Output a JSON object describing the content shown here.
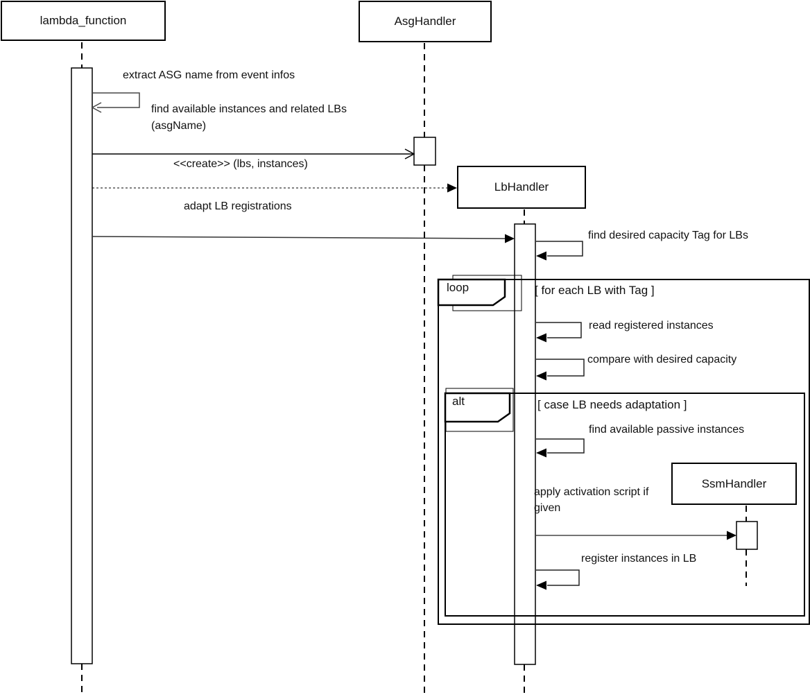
{
  "diagram": {
    "type": "uml-sequence-diagram",
    "colors": {
      "line": "#000000",
      "gray_line": "#474747",
      "text": "#111111",
      "background": "#ffffff"
    },
    "actors": [
      {
        "label": "lambda_function"
      },
      {
        "label": "AsgHandler"
      },
      {
        "label": "LbHandler"
      },
      {
        "label": "SsmHandler"
      }
    ],
    "fragments": {
      "loop": {
        "operator": "loop",
        "guard": "[ for each LB with Tag ]"
      },
      "alt": {
        "operator": "alt",
        "guard": "[ case LB needs adaptation ]"
      }
    },
    "messages": {
      "extract_asg": {
        "label": "extract ASG name from event infos"
      },
      "find_instances": {
        "line1": "find available instances and related LBs",
        "line2": "(asgName)"
      },
      "create_lb": {
        "label": "<<create>> (lbs, instances)"
      },
      "adapt_lb": {
        "label": "adapt LB registrations"
      },
      "find_capacity_tag": {
        "label": "find desired capacity Tag for LBs"
      },
      "read_registered": {
        "label": "read registered instances"
      },
      "compare_capacity": {
        "label": "compare with desired capacity"
      },
      "find_passive": {
        "label": "find available passive instances"
      },
      "apply_script": {
        "line1": "apply activation script if",
        "line2": "given"
      },
      "register_instances": {
        "label": "register instances in LB"
      }
    }
  }
}
